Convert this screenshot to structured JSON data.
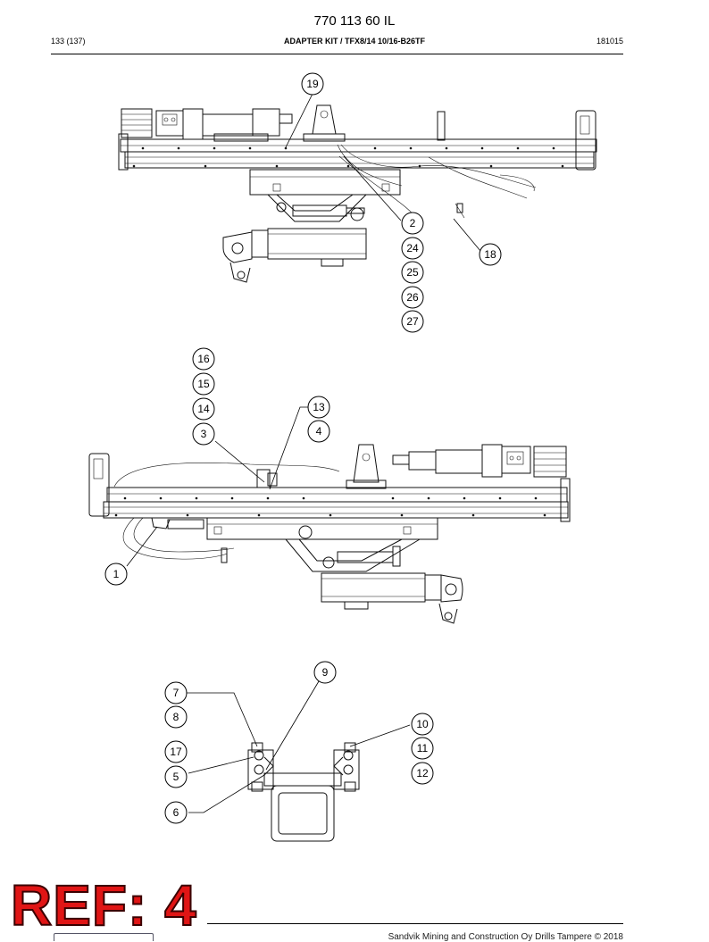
{
  "header": {
    "doc_number": "770 113 60 IL",
    "page_ref": "133 (137)",
    "title": "ADAPTER KIT / TFX8/14 10/16-B26TF",
    "date_code": "181015"
  },
  "footer": {
    "copyright": "Sandvik Mining and Construction Oy Drills Tampere © 2018",
    "stamp": "REF: 4"
  },
  "callouts": {
    "top_view": [
      "19",
      "2",
      "24",
      "25",
      "26",
      "27",
      "18"
    ],
    "middle_view": [
      "16",
      "15",
      "14",
      "3",
      "13",
      "4",
      "1"
    ],
    "bottom_view": [
      "9",
      "7",
      "8",
      "17",
      "5",
      "6",
      "10",
      "11",
      "12"
    ]
  }
}
